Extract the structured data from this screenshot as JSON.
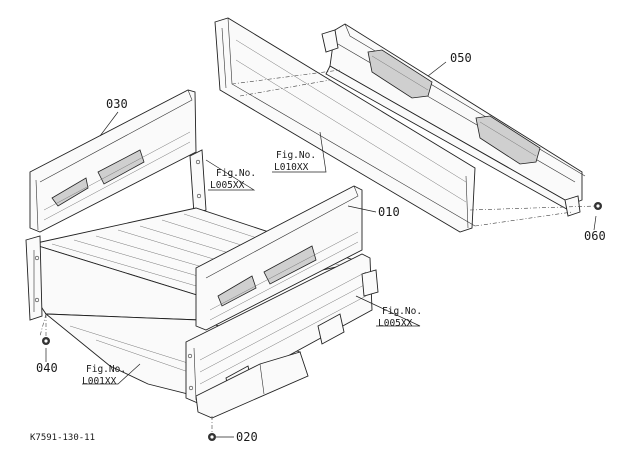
{
  "diagram_code": "K7591-130-11",
  "parts": [
    {
      "id": "p010",
      "label": "010"
    },
    {
      "id": "p020",
      "label": "020"
    },
    {
      "id": "p030",
      "label": "030"
    },
    {
      "id": "p040",
      "label": "040"
    },
    {
      "id": "p050",
      "label": "050"
    },
    {
      "id": "p060",
      "label": "060"
    }
  ],
  "fig_refs": [
    {
      "id": "ref-l010",
      "prefix": "Fig.No.",
      "code": "L010XX"
    },
    {
      "id": "ref-l005-left",
      "prefix": "Fig.No.",
      "code": "L005XX"
    },
    {
      "id": "ref-l005-right",
      "prefix": "Fig.No.",
      "code": "L005XX"
    },
    {
      "id": "ref-l001",
      "prefix": "Fig.No.",
      "code": "L001XX"
    }
  ]
}
